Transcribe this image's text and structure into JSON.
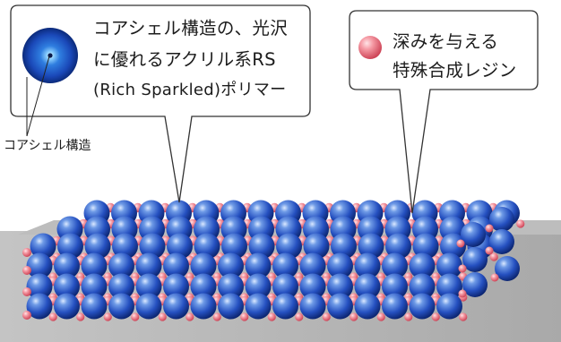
{
  "callout_left": {
    "line1": "コアシェル構造の、光沢",
    "line2": "に優れるアクリル系RS",
    "line3": "(Rich Sparkled)ポリマー"
  },
  "callout_right": {
    "line1": "深みを与える",
    "line2": "特殊合成レジン"
  },
  "core_shell_label": "コアシェル構造",
  "colors": {
    "polymer_blue": "#1f4fb8",
    "resin_pink": "#e85a6a",
    "surface_gray": "#b5b5b5",
    "callout_border": "#333333"
  },
  "icons": [
    "core-shell-sphere-icon",
    "resin-sphere-icon"
  ]
}
